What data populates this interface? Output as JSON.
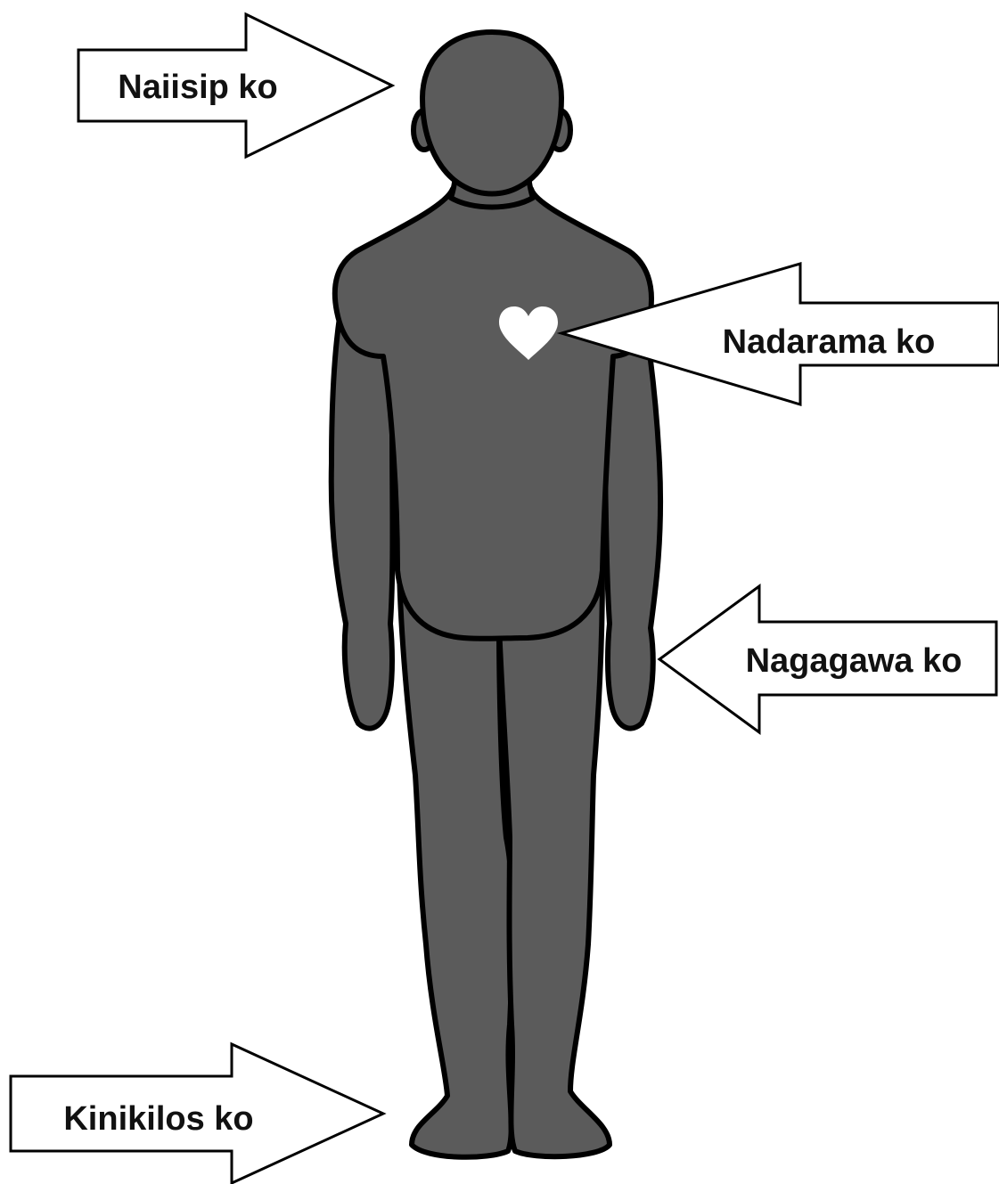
{
  "labels": {
    "head": "Naiisip ko",
    "heart": "Nadarama ko",
    "hand": "Nagagawa ko",
    "feet": "Kinikilos ko"
  },
  "colors": {
    "body": "#5b5b5b",
    "outline": "#000000",
    "heart": "#ffffff",
    "background": "#ffffff"
  }
}
